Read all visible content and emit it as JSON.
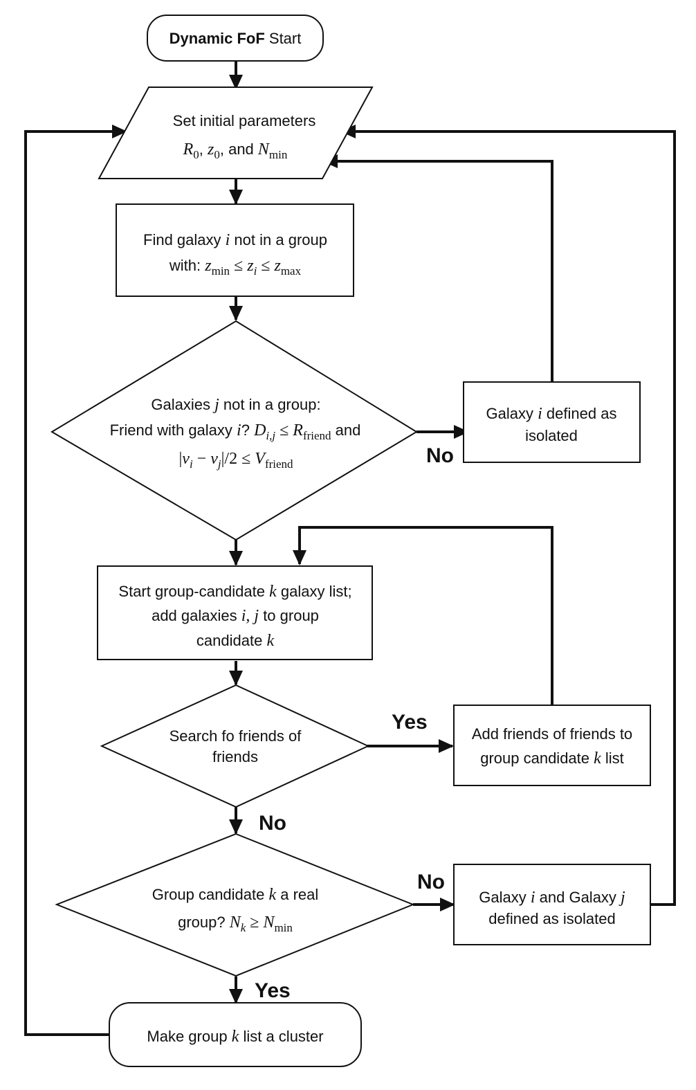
{
  "start": {
    "bold": "Dynamic FoF",
    "rest": " Start"
  },
  "params": {
    "line1": "Set initial parameters",
    "r": "R",
    "r_sub": "0",
    "sep1": ",  ",
    "z": "z",
    "z_sub": "0",
    "sep2": ", and ",
    "n": "N",
    "n_sub": "min"
  },
  "find": {
    "line1_a": "Find galaxy ",
    "i": "i",
    "line1_b": " not in a group",
    "with": "with: ",
    "z1": "z",
    "z1_sub": "min",
    "le1": " ≤ ",
    "z2": "z",
    "z2_sub": "i",
    "le2": " ≤ ",
    "z3": "z",
    "z3_sub": "max"
  },
  "friend_test": {
    "line1_a": "Galaxies ",
    "j": "j",
    "line1_b": " not in a group:",
    "line2_a": "Friend with galaxy ",
    "i": "i",
    "line2_b": "? ",
    "d": "D",
    "d_sub": "i,j",
    "le": " ≤ ",
    "r": "R",
    "r_sub": "friend",
    "and": " and",
    "abs_open": "|",
    "v1": "v",
    "v1_sub": "i",
    "minus": " − ",
    "v2": "v",
    "v2_sub": "j",
    "abs_close": "|/2 ≤ ",
    "vf": "V",
    "vf_sub": "friend"
  },
  "isolated_single": {
    "line1_a": "Galaxy ",
    "i": "i",
    "line1_b": " defined as",
    "line2": "isolated"
  },
  "candidate": {
    "line1_a": "Start group-candidate ",
    "k": "k",
    "line1_b": " galaxy list;",
    "line2_a": "add galaxies ",
    "i": "i",
    "comma": ", ",
    "j": "j",
    "line2_b": " to group",
    "line3_a": "candidate ",
    "k2": "k"
  },
  "search": {
    "line1": "Search fo friends of",
    "line2": "friends"
  },
  "add_friends": {
    "line1": "Add friends of friends to",
    "line2_a": "group candidate ",
    "k": "k",
    "line2_b": " list"
  },
  "real_group": {
    "line1_a": "Group candidate ",
    "k": "k",
    "line1_b": " a real",
    "line2_a": "group? ",
    "n": "N",
    "n_sub": "k",
    "ge": " ≥ ",
    "nmin": "N",
    "nmin_sub": "min"
  },
  "isolated_pair": {
    "line1_a": "Galaxy ",
    "i": "i",
    "line1_b": " and Galaxy ",
    "j": "j",
    "line2": "defined as isolated"
  },
  "cluster": {
    "line1_a": "Make group ",
    "k": "k",
    "line1_b": " list a cluster"
  },
  "edge_labels": {
    "friend_no": "No",
    "search_yes": "Yes",
    "search_no": "No",
    "real_no": "No",
    "real_yes": "Yes"
  }
}
